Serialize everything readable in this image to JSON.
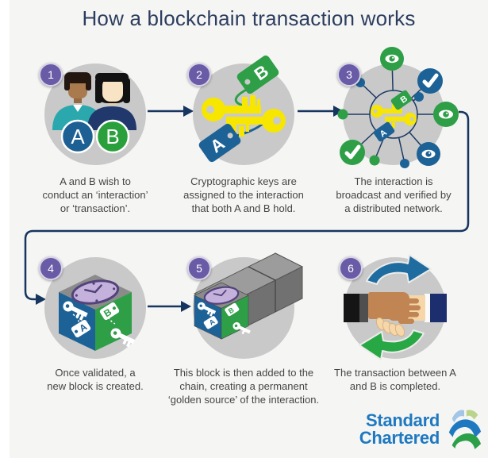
{
  "title": "How a blockchain transaction works",
  "participants": {
    "a": "A",
    "b": "B"
  },
  "steps": [
    {
      "number": "1",
      "lines": [
        "A and B wish to",
        "conduct an ‘interaction’",
        "or ‘transaction’."
      ]
    },
    {
      "number": "2",
      "lines": [
        "Cryptographic keys are",
        "assigned to the interaction",
        "that both A and B hold."
      ]
    },
    {
      "number": "3",
      "lines": [
        "The interaction is",
        "broadcast and verified by",
        "a distributed network."
      ]
    },
    {
      "number": "4",
      "lines": [
        "Once validated, a",
        "new block is created."
      ]
    },
    {
      "number": "5",
      "lines": [
        "This block is then added to the",
        "chain, creating a permanent",
        "‘golden source’ of the interaction."
      ]
    },
    {
      "number": "6",
      "lines": [
        "The transaction between A",
        "and B is completed."
      ]
    }
  ],
  "logo": {
    "line1": "Standard",
    "line2": "Chartered"
  },
  "icons": [
    "person-icon",
    "key-icon",
    "tag-icon",
    "eye-icon",
    "check-icon",
    "network-node-icon",
    "block-cube-icon",
    "clock-icon",
    "blockchain-icon",
    "handshake-icon",
    "cycle-arrow-icon",
    "brand-mark-icon",
    "flow-arrow-icon"
  ],
  "colors": {
    "background": "#f5f5f3",
    "circle_gray": "#c9c9c9",
    "accent_navy": "#16355f",
    "badge_purple": "#6a5ba6",
    "title_navy": "#2c3d5f",
    "caption_gray": "#454545",
    "key_yellow": "#f7e600",
    "tag_blue": "#1d6296",
    "tag_green": "#2e9e47",
    "clock_purple": "#c5b2dc",
    "brand_blue": "#1e79c0",
    "brand_green": "#2ca048",
    "cycle_blue": "#1f6da0",
    "cycle_green": "#28a745"
  }
}
